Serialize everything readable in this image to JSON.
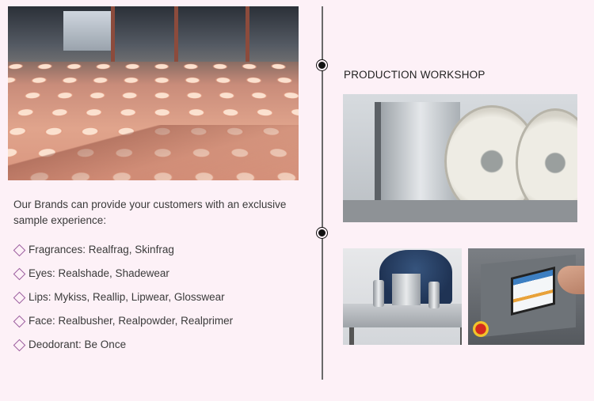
{
  "intro_text": "Our Brands can provide your customers with an exclusive sample experience:",
  "brand_items": [
    "Fragrances: Realfrag, Skinfrag",
    "Eyes: Realshade, Shadewear",
    "Lips: Mykiss, Reallip, Lipwear, Glosswear",
    "Face: Realbusher, Realpowder, Realprimer",
    "Deodorant: Be Once"
  ],
  "section_title": "PRODUCTION WORKSHOP",
  "bullet_icon": "diamond-outline-icon",
  "colors": {
    "background": "#fdf1f7",
    "bullet": "#9a5b9d",
    "divider": "#6a6a6a"
  }
}
